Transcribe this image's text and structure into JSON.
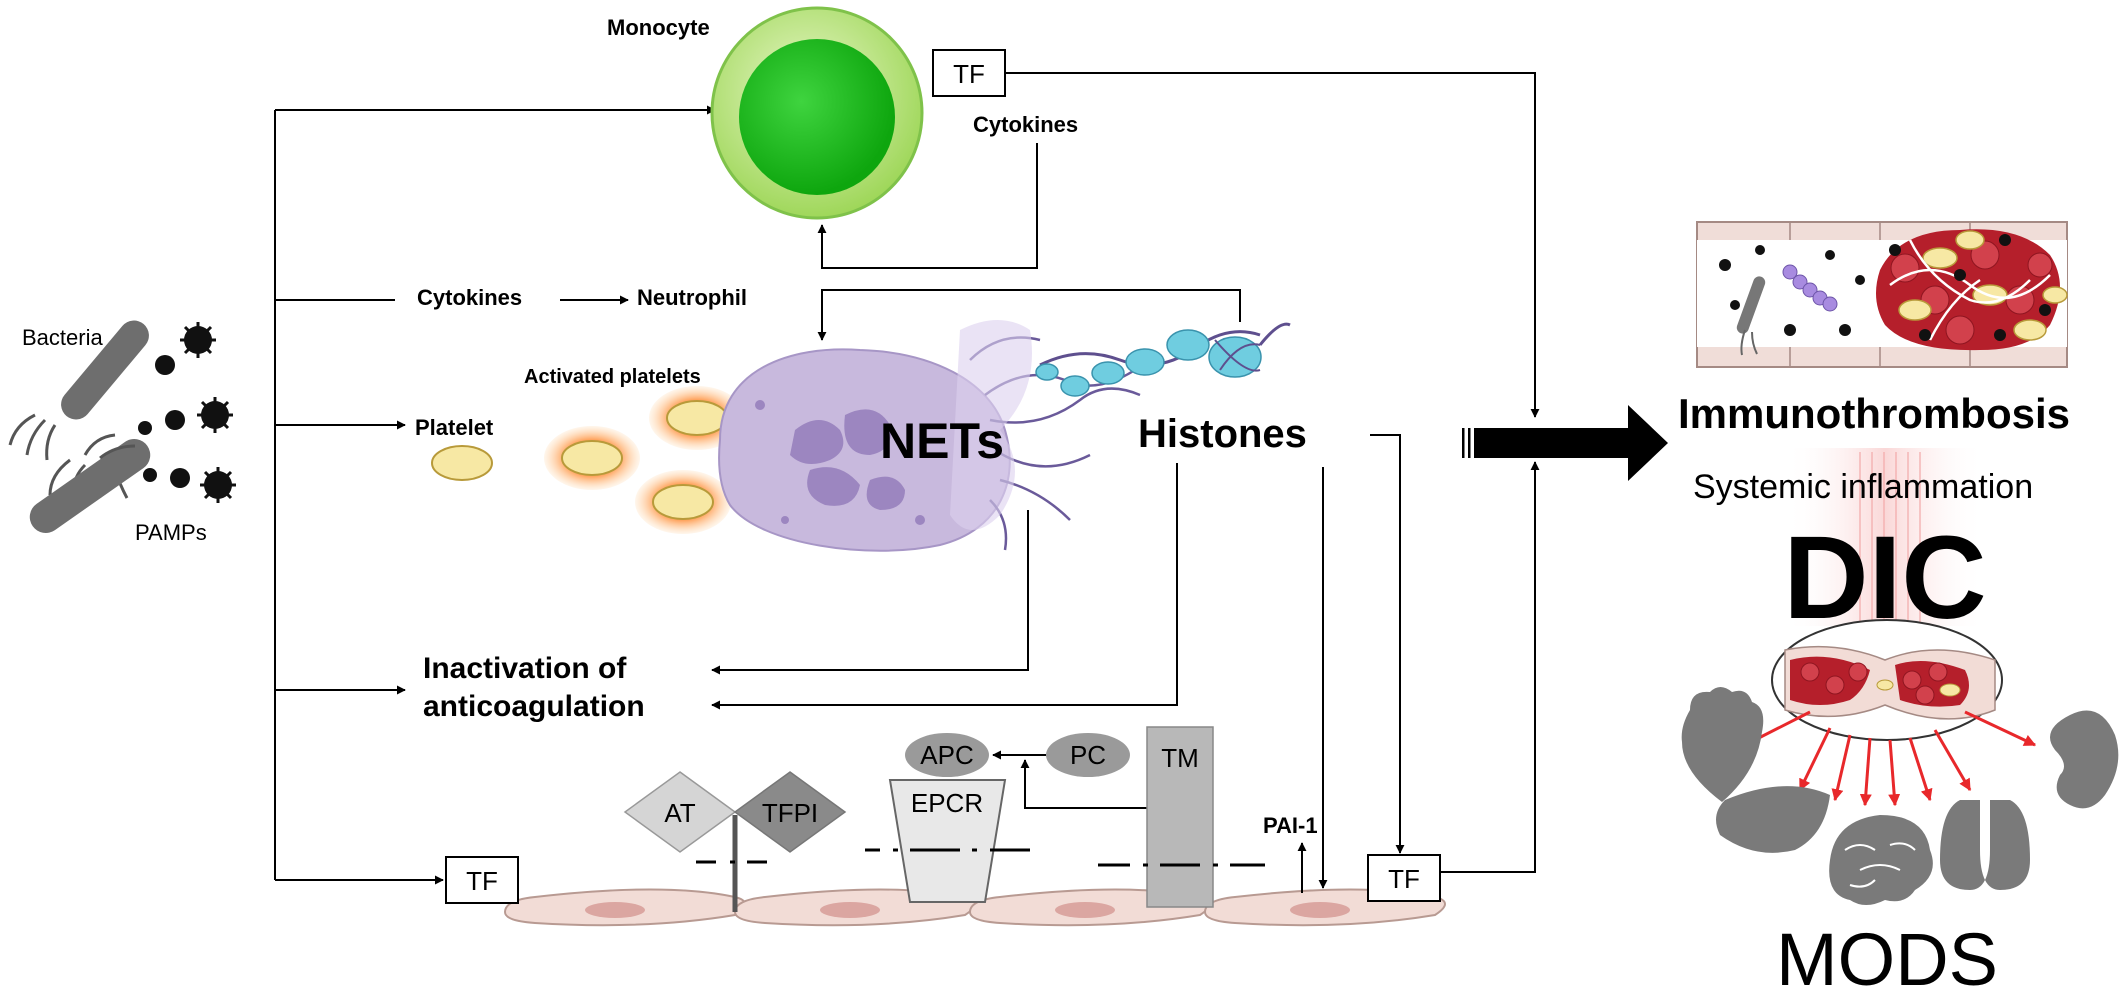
{
  "labels": {
    "monocyte": "Monocyte",
    "tf_top": "TF",
    "cytokines_top": "Cytokines",
    "cytokines_mid": "Cytokines",
    "neutrophil": "Neutrophil",
    "bacteria": "Bacteria",
    "pamps": "PAMPs",
    "activated_platelets": "Activated platelets",
    "platelet": "Platelet",
    "nets": "NETs",
    "histones": "Histones",
    "inactivation_line1": "Inactivation of",
    "inactivation_line2": "anticoagulation",
    "apc": "APC",
    "pc": "PC",
    "tm": "TM",
    "at": "AT",
    "tfpi": "TFPI",
    "epcr": "EPCR",
    "pai1": "PAI-1",
    "tf_bottom_left": "TF",
    "tf_bottom_right": "TF",
    "immunothrombosis": "Immunothrombosis",
    "systemic_inflammation": "Systemic  inflammation",
    "dic": "DIC",
    "mods": "MODS"
  },
  "colors": {
    "monocyte_outer": "#aee06a",
    "monocyte_inner": "#17b517",
    "neutrophil": "#c7b7dc",
    "platelet": "#f7e8a4",
    "activated_glow": "#f07a1e",
    "histone": "#6fcde0",
    "endothelium": "#f2dcd6",
    "clot": "#b51f2b",
    "organ": "#7a7a7a",
    "arrow_red": "#e8282b"
  }
}
